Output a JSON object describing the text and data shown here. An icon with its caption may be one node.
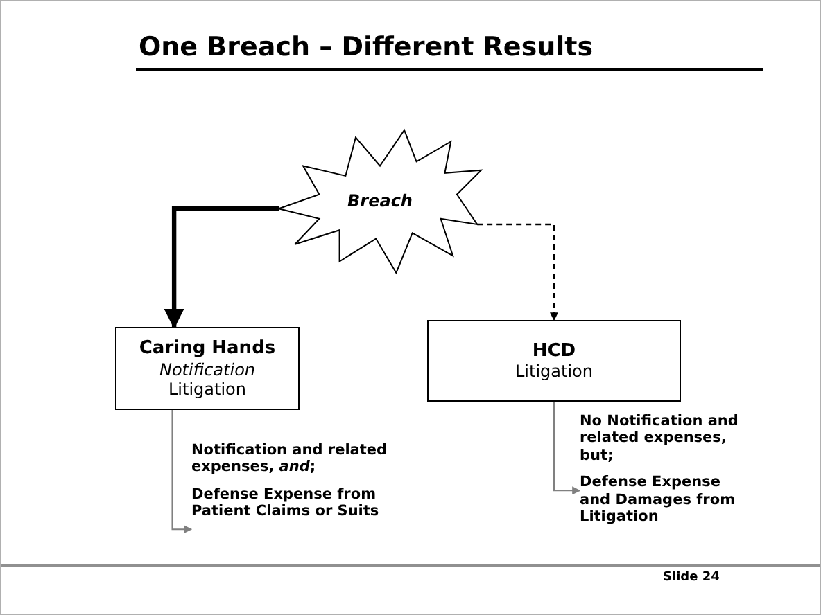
{
  "diagram": {
    "title": "One Breach – Different Results",
    "nodes": [
      {
        "text": [
          "Breach"
        ]
      },
      {
        "text": [
          "Caring Hands",
          "Notification",
          "Litigation"
        ]
      },
      {
        "text": [
          "HCD",
          "Litigation"
        ]
      },
      {
        "text": [
          "Notification and related expenses, *and*;",
          "Defense Expense from Patient Claims or Suits"
        ]
      },
      {
        "text": [
          "No Notification and related expenses, but;",
          "Defense Expense and Damages from Litigation"
        ]
      }
    ],
    "edges": [
      {
        "from": 0,
        "to": 1,
        "arrow": "to",
        "style": "thick"
      },
      {
        "from": 0,
        "to": 2,
        "arrow": "to",
        "style": "dashed"
      },
      {
        "from": 1,
        "to": 3,
        "arrow": "to",
        "color": "#808080"
      },
      {
        "from": 2,
        "to": 4,
        "arrow": "to",
        "color": "#808080"
      }
    ],
    "labels": [
      "Slide 24"
    ]
  }
}
